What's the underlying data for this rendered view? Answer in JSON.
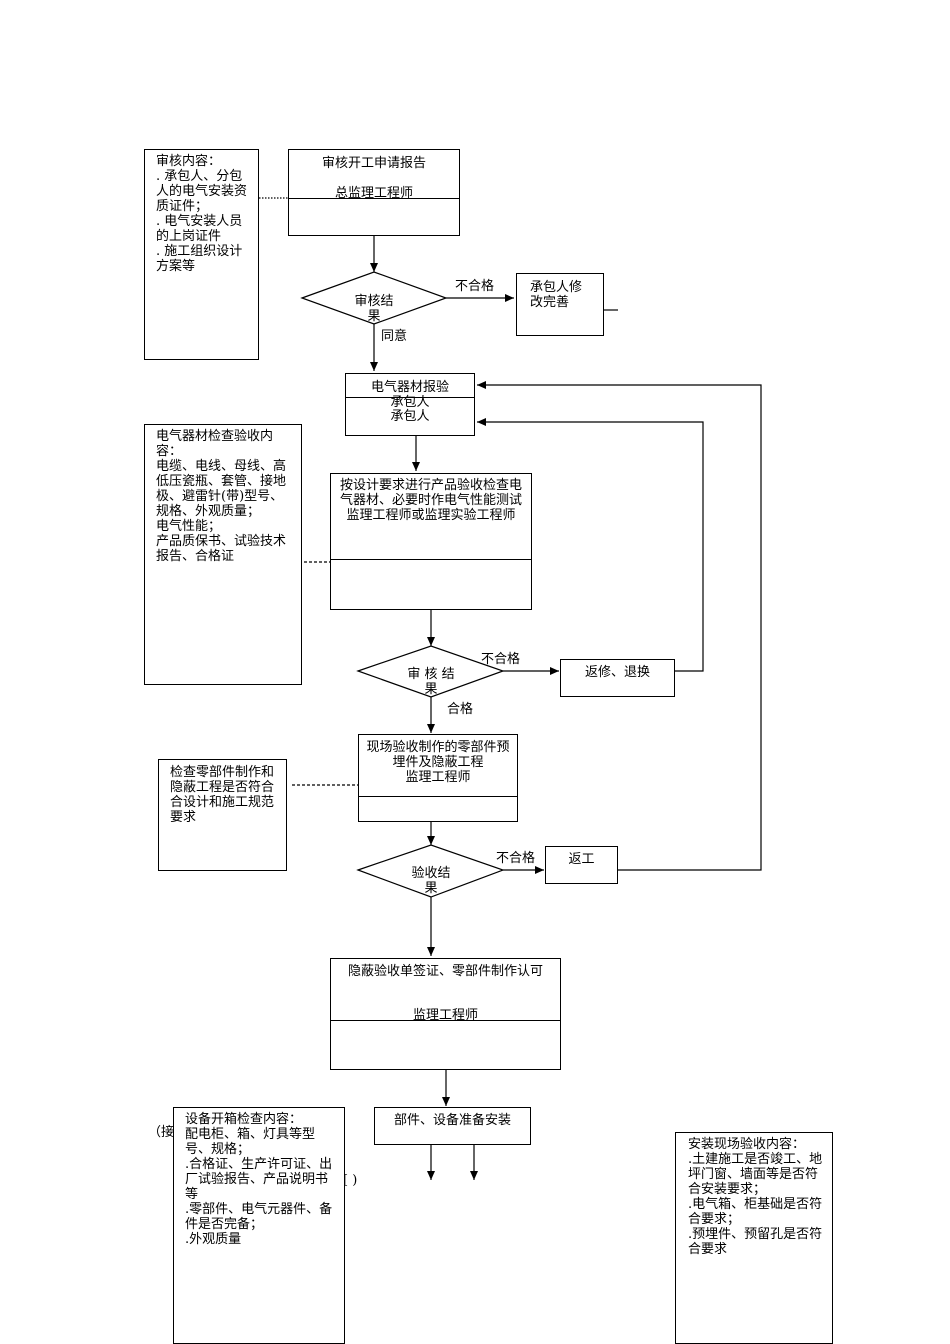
{
  "note_review_content": "审核内容：\n. 承包人、分包人的电气安装资质证件；\n. 电气安装人员的上岗证件\n. 施工组织设计方案等",
  "review_start": {
    "title": "审核开工申请报告",
    "role": "总监理工程师"
  },
  "diamond1": "审核结\n果",
  "fail_label_1": "不合格",
  "contractor_fix": "承包人修\n改完善",
  "agree_label": "同意",
  "material_report": {
    "title": "电气器材报验",
    "role_a": "承包人",
    "role_b": "承包人"
  },
  "note_material_check": "电气器材检查验收内容：\n电缆、电线、母线、高低压瓷瓶、套管、接地极、避雷针(带)型号、规格、外观质量；\n电气性能；\n产品质保书、试验技术报告、合格证",
  "inspect_material": "按设计要求进行产品验收检查电气器材、必要时作电气性能测试\n监理工程师或监理实验工程师",
  "diamond2": "审 核 结\n果",
  "fail_label_2": "不合格",
  "return_replace": "返修、退换",
  "pass_label": "合格",
  "note_parts_check": "检查零部件制作和隐蔽工程是否符合合设计和施工规范要求",
  "site_accept": "现场验收制作的零部件预埋件及隐蔽工程\n监理工程师",
  "diamond3": "验收结\n果",
  "fail_label_3": "不合格",
  "rework": "返工",
  "hidden_sign": {
    "title": "隐蔽验收单签证、零部件制作认可",
    "role": "监理工程师"
  },
  "prepare_install": "部件、设备准备安装",
  "note_unpacking": "设备开箱检查内容：\n配电柜、箱、灯具等型号、规格；\n.合格证、生产许可证、出厂试验报告、产品说明书等\n.零部件、电气元器件、备件是否完备；\n.外观质量",
  "side_left_text": "（接",
  "side_right_text": "[ )",
  "note_site_install": "安装现场验收内容：\n.土建施工是否竣工、地坪门窗、墙面等是否符合安装要求；\n.电气箱、柜基础是否符合要求；\n.预埋件、预留孔是否符合要求"
}
